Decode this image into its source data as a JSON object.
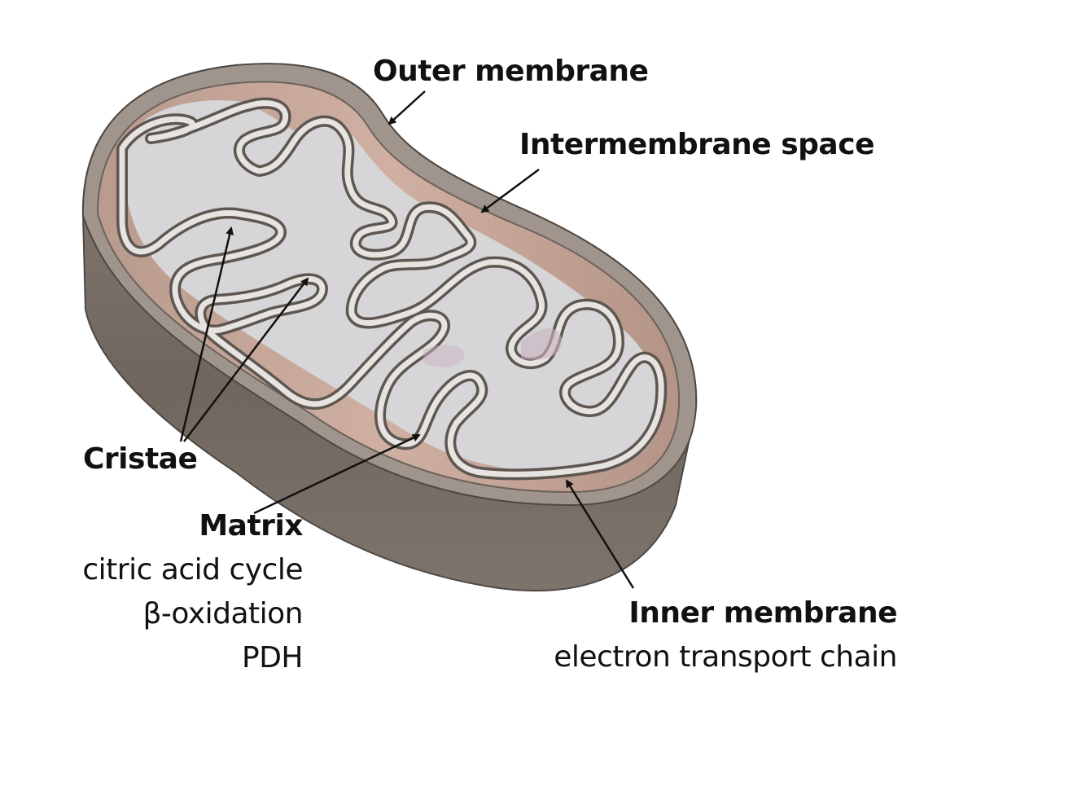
{
  "labels": {
    "outer_membrane": "Outer membrane",
    "intermembrane_space": "Intermembrane space",
    "cristae": "Cristae",
    "matrix": "Matrix",
    "matrix_processes": [
      "citric acid cycle",
      "β-oxidation",
      "PDH"
    ],
    "inner_membrane": "Inner membrane",
    "inner_membrane_process": "electron transport chain"
  },
  "colors": {
    "outer_surface": "#7a7068",
    "outer_rim": "#9b928a",
    "intermembrane": "#b8a398",
    "inner_wall": "#c9aa9c",
    "matrix": "#d6d6d8",
    "inner_membrane_line": "#5e5650",
    "label_text": "#111111"
  }
}
